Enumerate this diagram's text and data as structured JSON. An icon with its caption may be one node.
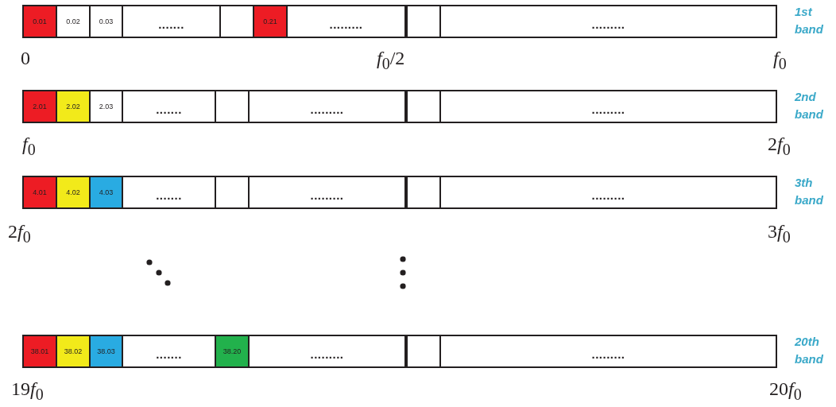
{
  "diagram": {
    "nodes": [
      {
        "text": [],
        "shape": "bar",
        "beside": [
          "1st band"
        ]
      },
      {
        "text": [
          "0.01"
        ],
        "in": 0
      },
      {
        "text": [
          "0.02"
        ],
        "in": 0
      },
      {
        "text": [
          "0.03"
        ],
        "in": 0
      },
      {
        "text": [
          "......."
        ],
        "in": 0
      },
      {
        "text": [],
        "shape": "box",
        "in": 0
      },
      {
        "text": [
          "0.21"
        ],
        "in": 0
      },
      {
        "text": [
          "........."
        ],
        "in": 0
      },
      {
        "text": [],
        "shape": "box",
        "in": 0
      },
      {
        "text": [
          "........."
        ],
        "in": 0
      },
      {
        "text": [],
        "shape": "bar",
        "beside": [
          "2nd band"
        ]
      },
      {
        "text": [
          "2.01"
        ],
        "in": 10
      },
      {
        "text": [
          "2.02"
        ],
        "in": 10
      },
      {
        "text": [
          "2.03"
        ],
        "in": 10
      },
      {
        "text": [
          "......."
        ],
        "in": 10
      },
      {
        "text": [],
        "shape": "box",
        "in": 10
      },
      {
        "text": [
          "........."
        ],
        "in": 10
      },
      {
        "text": [],
        "shape": "box",
        "in": 10
      },
      {
        "text": [
          "........."
        ],
        "in": 10
      },
      {
        "text": [],
        "shape": "bar",
        "beside": [
          "3th band"
        ]
      },
      {
        "text": [
          "4.01"
        ],
        "in": 19
      },
      {
        "text": [
          "4.02"
        ],
        "in": 19
      },
      {
        "text": [
          "4.03"
        ],
        "in": 19
      },
      {
        "text": [
          "......."
        ],
        "in": 19
      },
      {
        "text": [],
        "shape": "box",
        "in": 19
      },
      {
        "text": [
          "........."
        ],
        "in": 19
      },
      {
        "text": [],
        "shape": "box",
        "in": 19
      },
      {
        "text": [
          "........."
        ],
        "in": 19
      },
      {
        "text": [],
        "shape": "bar",
        "beside": [
          "20th band"
        ]
      },
      {
        "text": [
          "38.01"
        ],
        "in": 28
      },
      {
        "text": [
          "38.02"
        ],
        "in": 28
      },
      {
        "text": [
          "38.03"
        ],
        "in": 28
      },
      {
        "text": [
          "......."
        ],
        "in": 28
      },
      {
        "text": [
          "38.20"
        ],
        "in": 28
      },
      {
        "text": [
          "........."
        ],
        "in": 28
      },
      {
        "text": [],
        "shape": "box",
        "in": 28
      },
      {
        "text": [
          "........."
        ],
        "in": 28
      }
    ],
    "labels": [
      "0",
      "f$_{0}$/2",
      "f$_{0}$",
      "f$_{0}$",
      "2f$_{0}$",
      "2f$_{0}$",
      "3f$_{0}$",
      "19f$_{0}$",
      "20f$_{0}$"
    ]
  }
}
